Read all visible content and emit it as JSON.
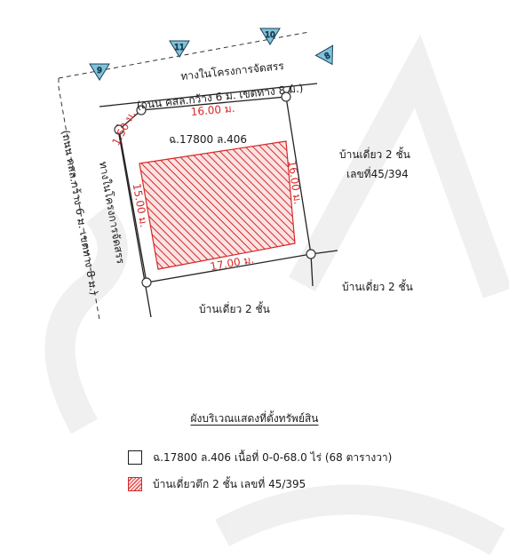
{
  "diagram": {
    "road_top_label": "ทางในโครงการจัดสรร",
    "road_top_sub": "(ถนน คสล.กว้าง 6 ม. เขตทาง 8 ม.)",
    "road_left_label": "ทางในโครงการจัดสรร",
    "road_left_sub": "(ถนน คสล.กว้าง 6 ม. เขตทาง 8 ม.)",
    "parcel_id": "ฉ.17800 ล.406",
    "dim_top": "16.00 ม.",
    "dim_right": "16.00 ม.",
    "dim_bottom": "17.00 ม.",
    "dim_left": "15.00 ม.",
    "dim_corner": "1.50 ม.",
    "neighbor_right_1": "บ้านเดี่ยว 2 ชั้น",
    "neighbor_right_1_no": "เลขที่45/394",
    "neighbor_right_2": "บ้านเดี่ยว 2 ชั้น",
    "neighbor_bottom": "บ้านเดี่ยว 2 ชั้น",
    "markers": [
      "9",
      "11",
      "10",
      "8"
    ],
    "colors": {
      "hatch": "#d62828",
      "marker": "#7ec4dc"
    }
  },
  "legend": {
    "title": "ผังบริเวณแสดงที่ตั้งทรัพย์สิน",
    "item1": "ฉ.17800 ล.406 เนื้อที่ 0-0-68.0 ไร่ (68 ตารางวา)",
    "item2": "บ้านเดี่ยวตึก 2 ชั้น เลขที่ 45/395"
  }
}
